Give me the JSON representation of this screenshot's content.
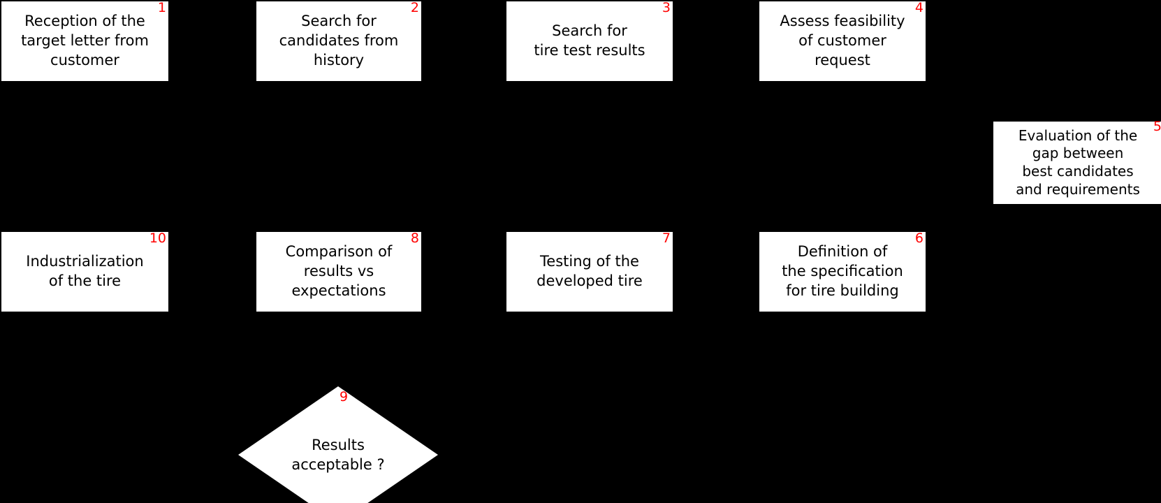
{
  "diagram": {
    "title": "Tire development process flowchart",
    "background_color": "#000000",
    "node_fill_color": "#ffffff",
    "node_border_color": "#000000",
    "number_color": "#ff0000",
    "nodes": [
      {
        "id": "node-1",
        "number": "1",
        "shape": "process",
        "label": "Reception of the\ntarget letter from\ncustomer"
      },
      {
        "id": "node-2",
        "number": "2",
        "shape": "process",
        "label": "Search for\ncandidates from\nhistory"
      },
      {
        "id": "node-3",
        "number": "3",
        "shape": "process",
        "label": "Search for\ntire test results"
      },
      {
        "id": "node-4",
        "number": "4",
        "shape": "process",
        "label": "Assess feasibility\nof customer\nrequest"
      },
      {
        "id": "node-5",
        "number": "5",
        "shape": "process",
        "label": "Evaluation of the\ngap between\nbest candidates\nand requirements"
      },
      {
        "id": "node-6",
        "number": "6",
        "shape": "process",
        "label": "Definition of\nthe specification\nfor tire building"
      },
      {
        "id": "node-7",
        "number": "7",
        "shape": "process",
        "label": "Testing of the\ndeveloped tire"
      },
      {
        "id": "node-8",
        "number": "8",
        "shape": "process",
        "label": "Comparison of\nresults vs\nexpectations"
      },
      {
        "id": "node-9",
        "number": "9",
        "shape": "decision",
        "label": "Results\nacceptable ?"
      },
      {
        "id": "node-10",
        "number": "10",
        "shape": "process",
        "label": "Industrialization\nof the tire"
      }
    ]
  }
}
